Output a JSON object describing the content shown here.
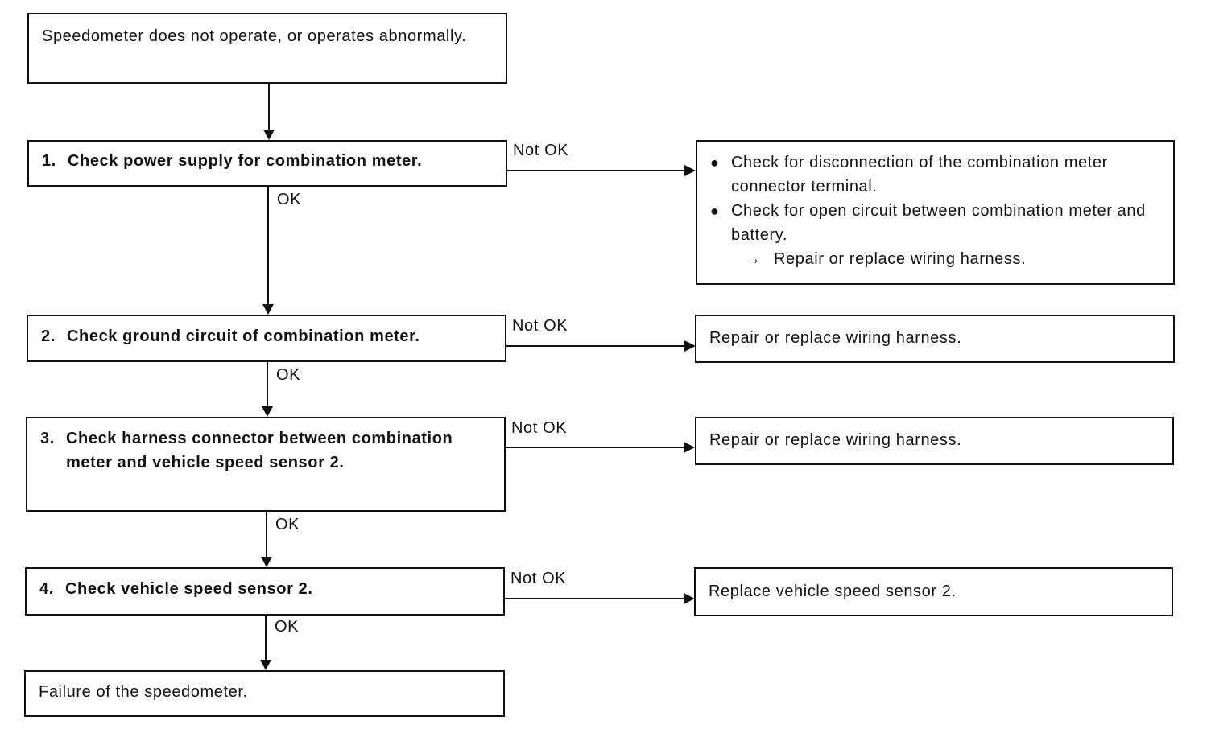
{
  "start": {
    "text": "Speedometer does not operate, or operates abnormally."
  },
  "steps": [
    {
      "num": "1.",
      "text": "Check power supply for combination meter."
    },
    {
      "num": "2.",
      "text": "Check ground circuit of combination meter."
    },
    {
      "num": "3.",
      "text": "Check harness connector between combination meter and vehicle speed sensor 2."
    },
    {
      "num": "4.",
      "text": "Check vehicle speed sensor 2."
    }
  ],
  "end": {
    "text": "Failure of the speedometer."
  },
  "remedies": [
    {
      "bullets": [
        "Check for disconnection of the combination meter connector terminal.",
        "Check for open circuit between combination meter and battery."
      ],
      "arrow_symbol": "→",
      "sub_action": "Repair or replace wiring harness."
    },
    {
      "text": "Repair or replace wiring harness."
    },
    {
      "text": "Repair or replace wiring harness."
    },
    {
      "text": "Replace vehicle speed sensor 2."
    }
  ],
  "labels": {
    "ok": "OK",
    "not_ok": "Not OK"
  },
  "bullet_symbol": "●"
}
